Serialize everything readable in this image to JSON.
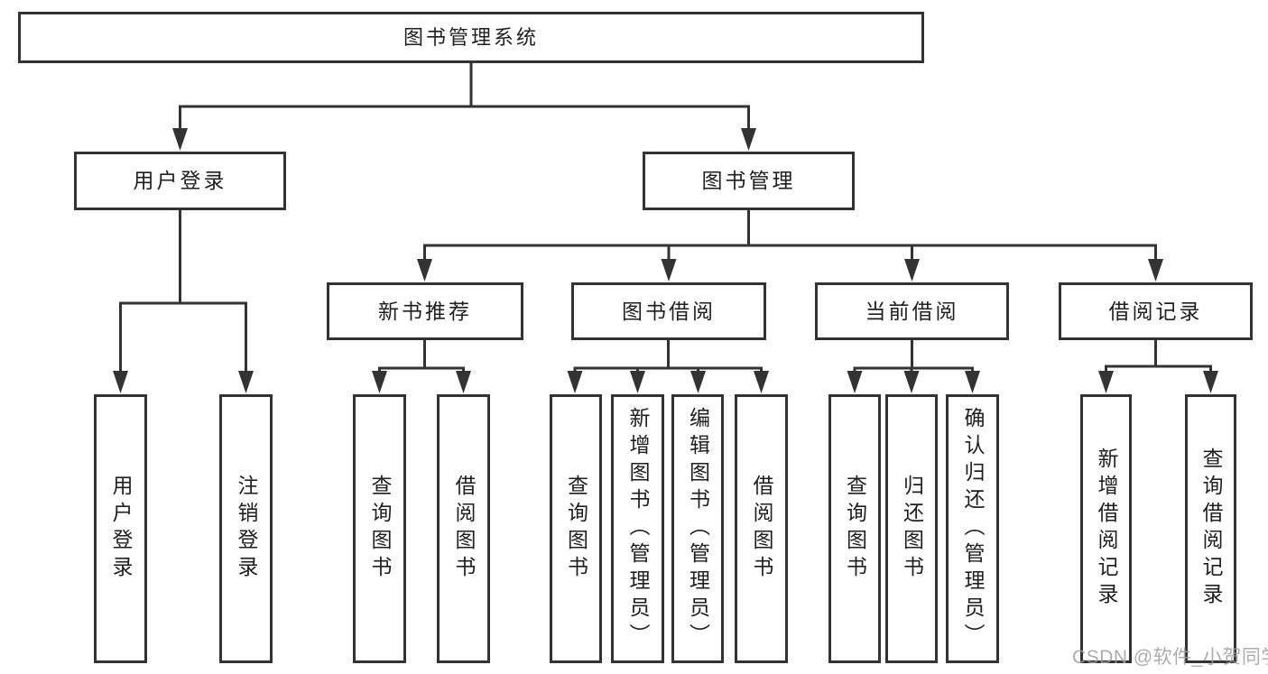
{
  "diagram": {
    "tree": {
      "label": "图书管理系统",
      "children": [
        {
          "label": "用户登录",
          "children": [
            {
              "label": "用户登录"
            },
            {
              "label": "注销登录"
            }
          ]
        },
        {
          "label": "图书管理",
          "children": [
            {
              "label": "新书推荐",
              "children": [
                {
                  "label": "查询图书"
                },
                {
                  "label": "借阅图书"
                }
              ]
            },
            {
              "label": "图书借阅",
              "children": [
                {
                  "label": "查询图书"
                },
                {
                  "label": "新增图书（管理员）"
                },
                {
                  "label": "编辑图书（管理员）"
                },
                {
                  "label": "借阅图书"
                }
              ]
            },
            {
              "label": "当前借阅",
              "children": [
                {
                  "label": "查询图书"
                },
                {
                  "label": "归还图书"
                },
                {
                  "label": "确认归还（管理员）"
                }
              ]
            },
            {
              "label": "借阅记录",
              "children": [
                {
                  "label": "新增借阅记录"
                },
                {
                  "label": "查询借阅记录"
                }
              ]
            }
          ]
        }
      ]
    }
  },
  "watermark": {
    "text": "CSDN @软件_小贺同学"
  },
  "colors": {
    "line": "#333333",
    "text": "#1f1f1f",
    "box_background": "#ffffff",
    "page_background": "#ffffff",
    "watermark": "#9e9e9e"
  }
}
